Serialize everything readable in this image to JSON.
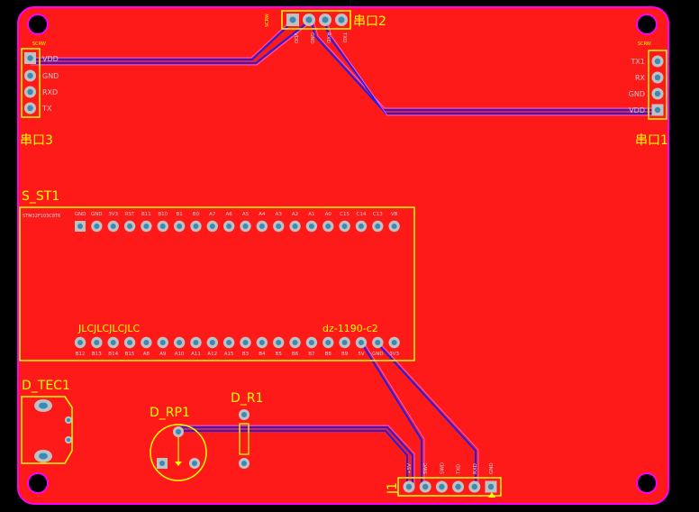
{
  "colors": {
    "background": "#000000",
    "board_edge": "#ff00ff",
    "copper_pour": "#ff1a1a",
    "silkscreen": "#ffff00",
    "track": "#2020e6",
    "pad": "#c0c0c0",
    "hole": "#3a8ab8"
  },
  "components": {
    "j2": {
      "designator": "串口2",
      "package": "SCRW",
      "pins": [
        "VDD",
        "GND",
        "RXD",
        "TXD"
      ]
    },
    "j3": {
      "designator": "串口3",
      "package": "SCRW",
      "pins": [
        "VDD",
        "GND",
        "RXD",
        "TX"
      ]
    },
    "j1": {
      "designator": "串口1",
      "package": "SCRW",
      "pins": [
        "TX1",
        "RX",
        "GND",
        "VDD"
      ]
    },
    "mcu": {
      "designator": "S_ST1",
      "header": "STM32F103C8T6",
      "footer_left": "JLCJLCJLCJLC",
      "footer_right": "dz-1190-c2",
      "top_pins": [
        "GND",
        "GND",
        "3V3",
        "RST",
        "B11",
        "B10",
        "B1",
        "B0",
        "A7",
        "A6",
        "A5",
        "A4",
        "A3",
        "A2",
        "A1",
        "A0",
        "C15",
        "C14",
        "C13",
        "VB"
      ],
      "bottom_pins": [
        "B12",
        "B13",
        "B14",
        "B15",
        "A8",
        "A9",
        "A10",
        "A11",
        "A12",
        "A15",
        "B3",
        "B4",
        "B5",
        "B6",
        "B7",
        "B8",
        "B9",
        "5V",
        "GND",
        "3V3"
      ]
    },
    "tec": {
      "designator": "D_TEC1"
    },
    "rp": {
      "designator": "D_RP1"
    },
    "r1": {
      "designator": "D_R1"
    },
    "j4": {
      "designator": "J1",
      "pins": [
        "+5V",
        "SWC",
        "SWD",
        "TXD",
        "RXD",
        "GND"
      ]
    }
  }
}
